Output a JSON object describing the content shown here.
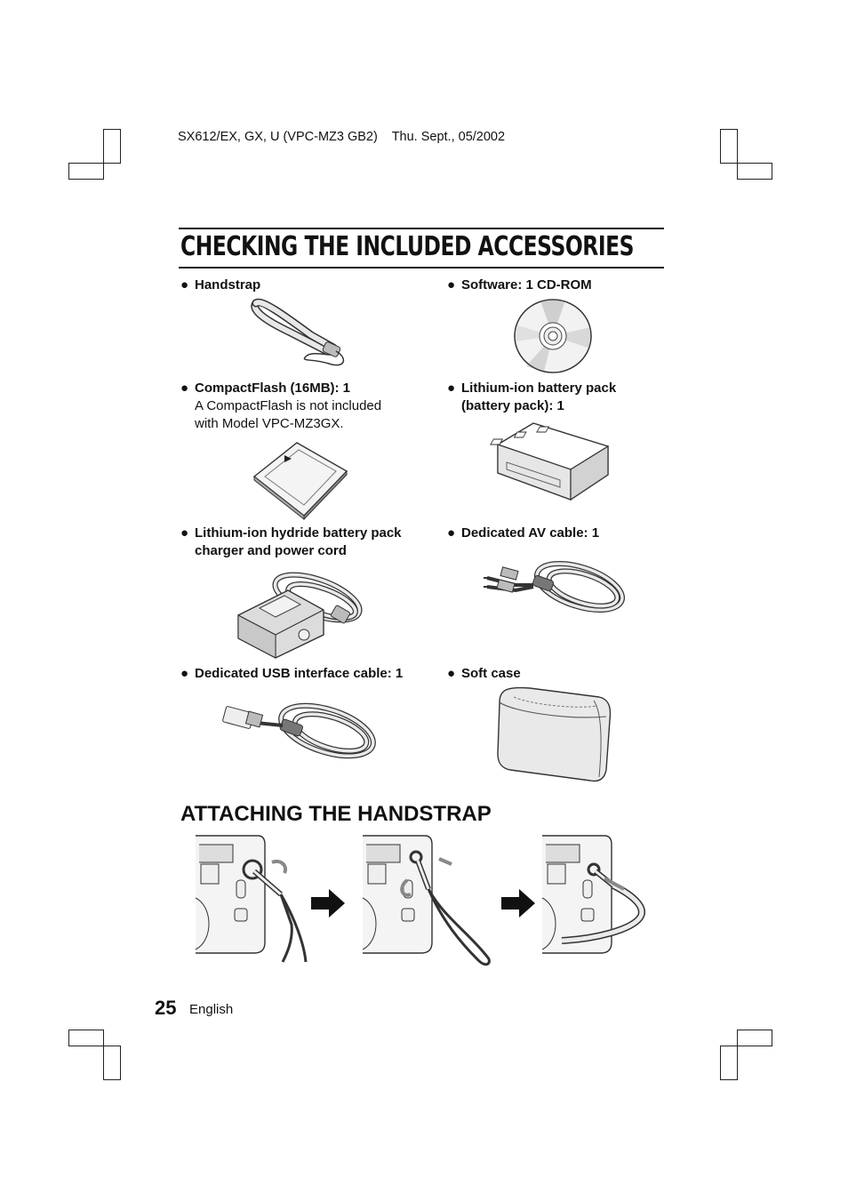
{
  "header": {
    "doc_id": "SX612/EX, GX, U (VPC-MZ3 GB2)",
    "date": "Thu. Sept., 05/2002"
  },
  "section1": {
    "title": "CHECKING THE INCLUDED ACCESSORIES",
    "bullet": "●"
  },
  "items": [
    {
      "label": "Handstrap",
      "note": ""
    },
    {
      "label": "Software: 1 CD-ROM",
      "note": ""
    },
    {
      "label": "CompactFlash (16MB): 1",
      "note1": "A CompactFlash is not included",
      "note2": "with Model VPC-MZ3GX."
    },
    {
      "label1": "Lithium-ion battery pack",
      "label2": "(battery pack): 1"
    },
    {
      "label1": "Lithium-ion hydride battery pack",
      "label2": "charger and power cord"
    },
    {
      "label": "Dedicated AV cable: 1"
    },
    {
      "label": "Dedicated USB interface cable: 1"
    },
    {
      "label": "Soft case"
    }
  ],
  "section2": {
    "title": "ATTACHING THE HANDSTRAP"
  },
  "footer": {
    "page_number": "25",
    "language": "English"
  }
}
